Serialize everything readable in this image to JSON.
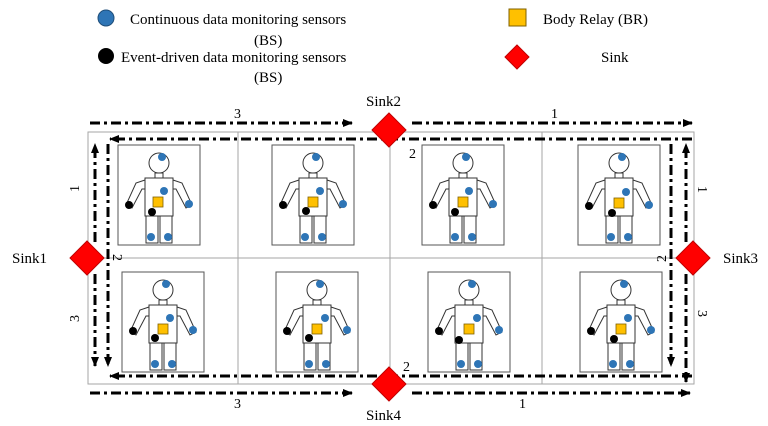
{
  "legend": {
    "continuous_line1": "Continuous data monitoring sensors",
    "continuous_line2": "(BS)",
    "event_line1": "Event-driven data monitoring sensors",
    "event_line2": "(BS)",
    "relay": "Body Relay (BR)",
    "sink": "Sink"
  },
  "sinks": {
    "sink1": "Sink1",
    "sink2": "Sink2",
    "sink3": "Sink3",
    "sink4": "Sink4"
  },
  "path_numbers": {
    "top_left": "3",
    "top_right": "1",
    "top_inner": "2",
    "left_upper": "1",
    "left_lower": "3",
    "left_inner": "2",
    "right_upper": "1",
    "right_lower": "3",
    "right_inner": "2",
    "bottom_left": "3",
    "bottom_right": "1",
    "bottom_inner": "2"
  },
  "colors": {
    "continuous_sensor": "#2e75b6",
    "event_sensor": "#000000",
    "body_relay": "#ffc000",
    "sink": "#ff0000",
    "grid_line": "#a6a6a6"
  },
  "icons": {
    "continuous_sensor": "blue-circle",
    "event_sensor": "black-circle",
    "body_relay": "yellow-square",
    "sink": "red-diamond"
  }
}
